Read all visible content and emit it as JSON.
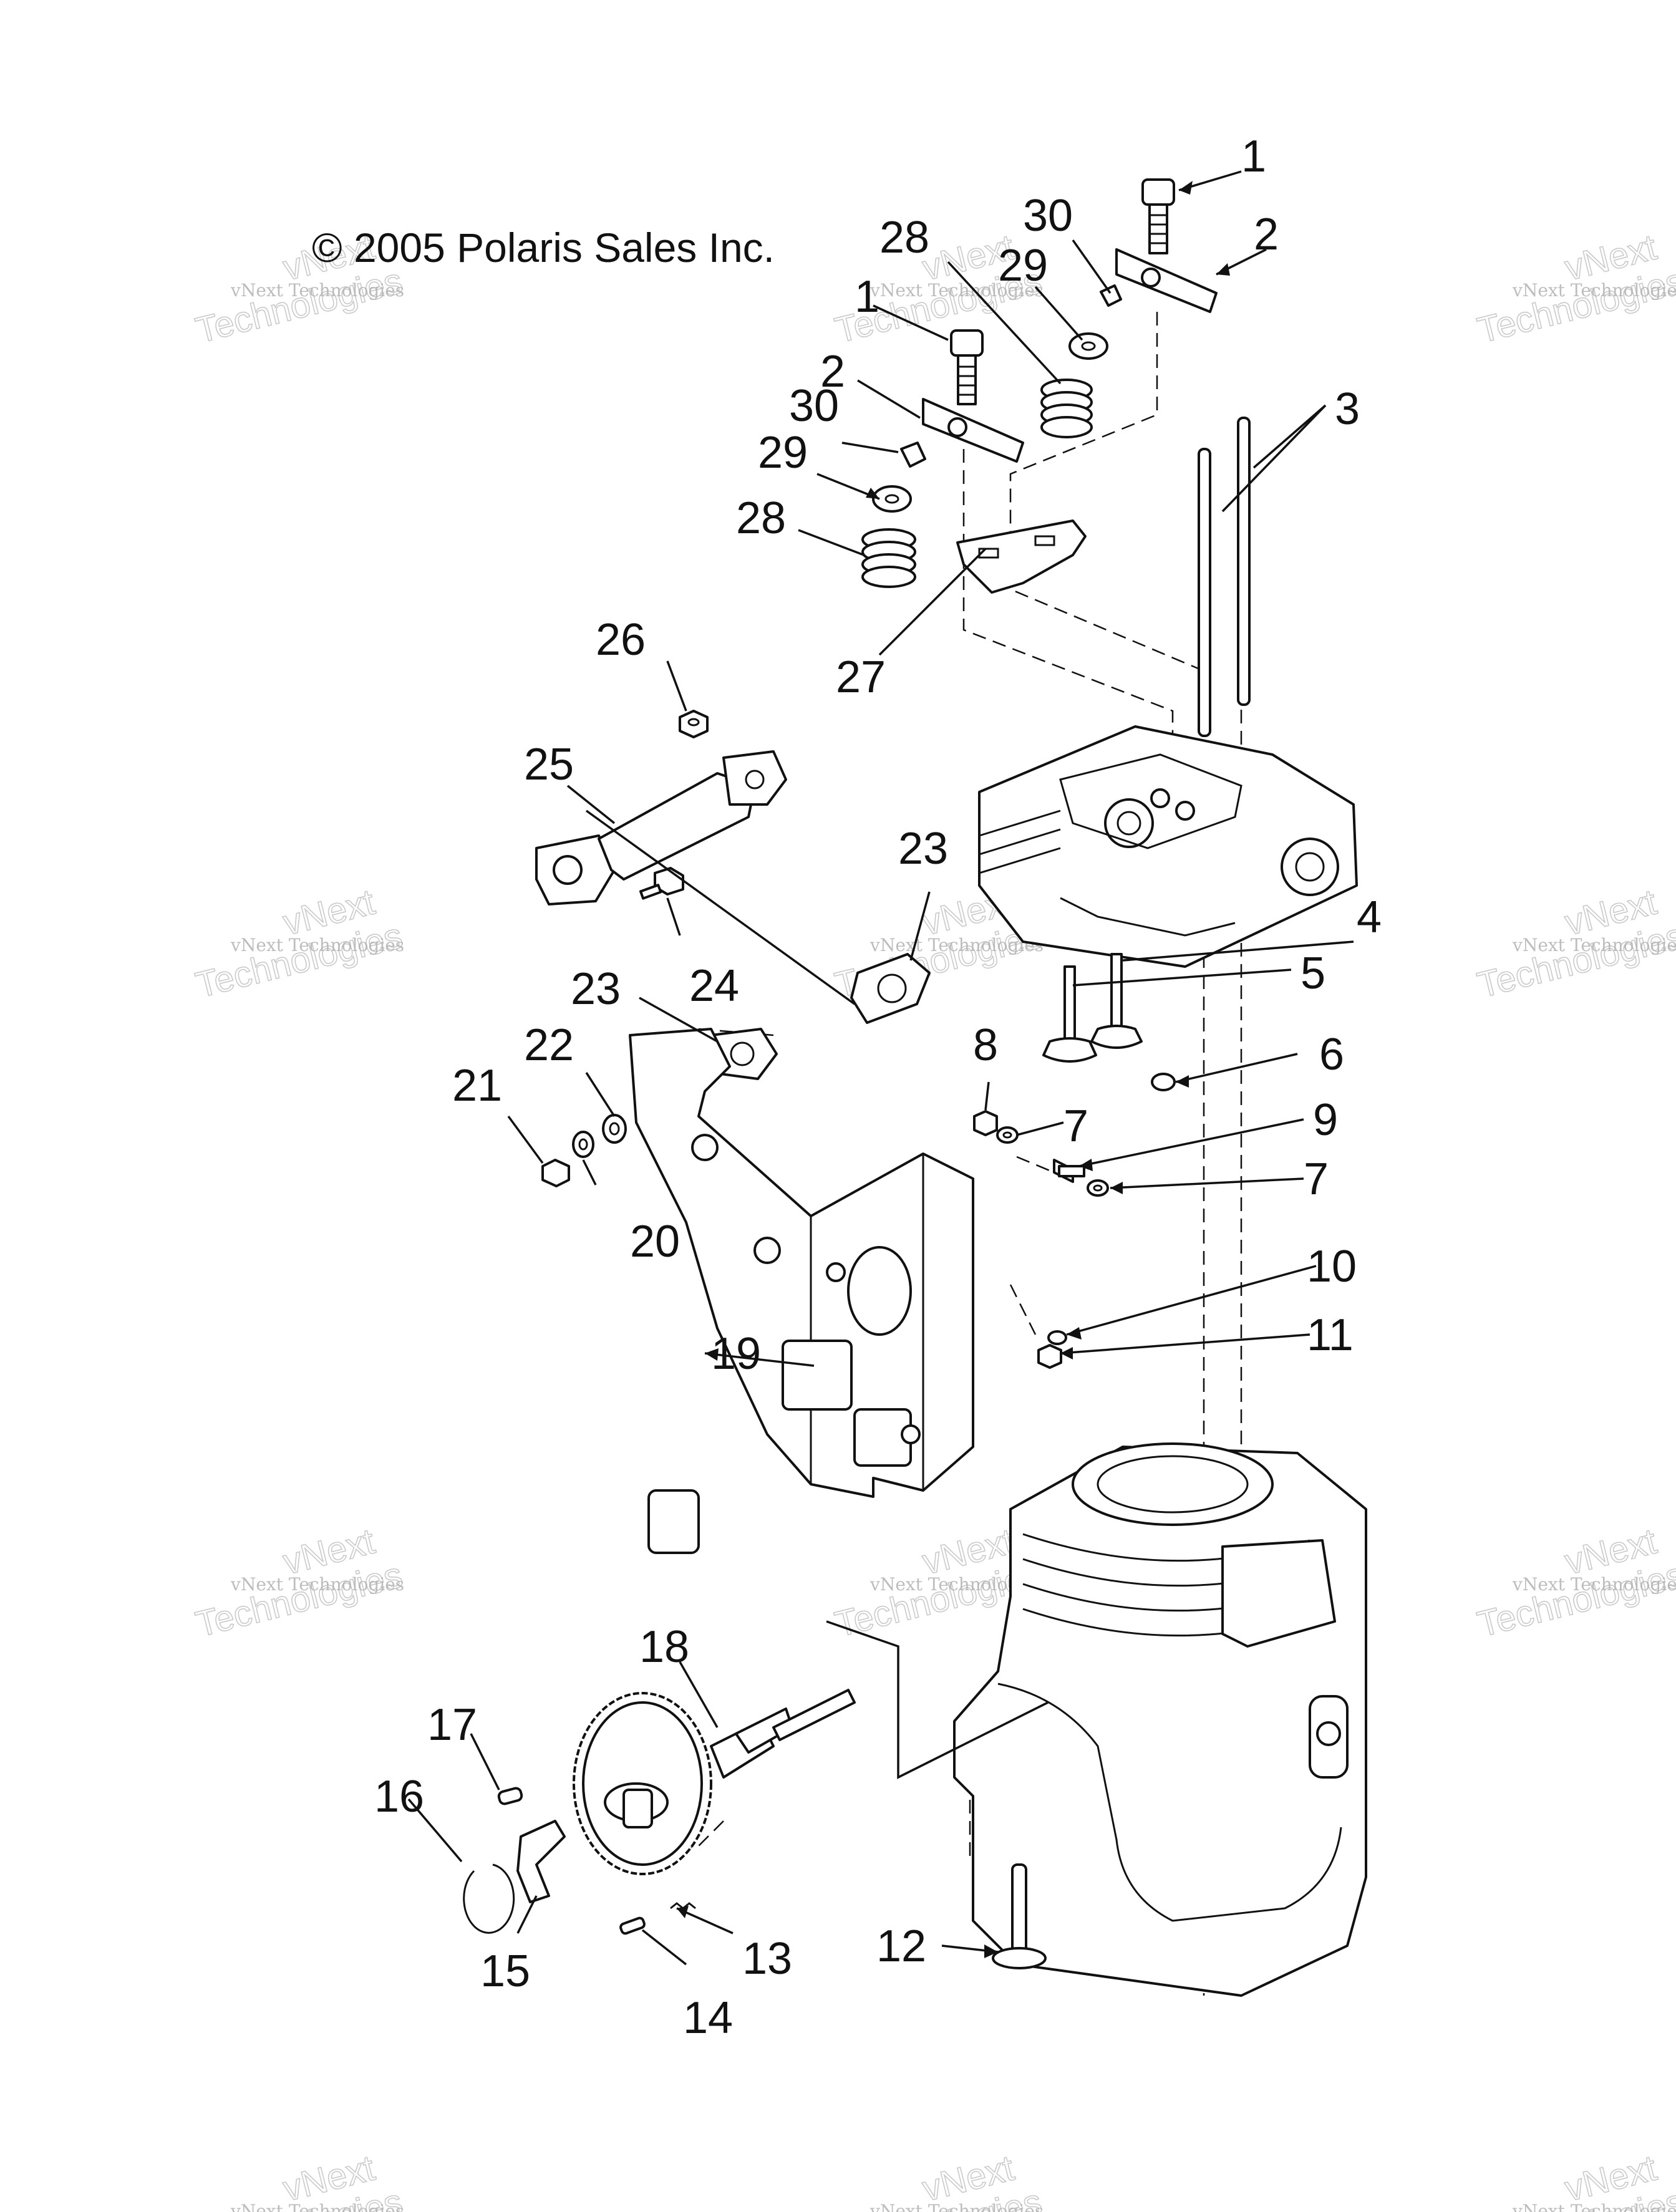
{
  "copyright": "© 2005 Polaris Sales Inc.",
  "watermark": {
    "brand": "vNext Technologies",
    "line_small": "vNext Technologies",
    "line_big": "Technologies"
  },
  "callouts": [
    {
      "id": "c1a",
      "label": "1"
    },
    {
      "id": "c1b",
      "label": "1"
    },
    {
      "id": "c2a",
      "label": "2"
    },
    {
      "id": "c2b",
      "label": "2"
    },
    {
      "id": "c3",
      "label": "3"
    },
    {
      "id": "c4",
      "label": "4"
    },
    {
      "id": "c5",
      "label": "5"
    },
    {
      "id": "c6",
      "label": "6"
    },
    {
      "id": "c7a",
      "label": "7"
    },
    {
      "id": "c7b",
      "label": "7"
    },
    {
      "id": "c8",
      "label": "8"
    },
    {
      "id": "c9",
      "label": "9"
    },
    {
      "id": "c10",
      "label": "10"
    },
    {
      "id": "c11",
      "label": "11"
    },
    {
      "id": "c12",
      "label": "12"
    },
    {
      "id": "c13",
      "label": "13"
    },
    {
      "id": "c14",
      "label": "14"
    },
    {
      "id": "c15",
      "label": "15"
    },
    {
      "id": "c16",
      "label": "16"
    },
    {
      "id": "c17",
      "label": "17"
    },
    {
      "id": "c18",
      "label": "18"
    },
    {
      "id": "c19",
      "label": "19"
    },
    {
      "id": "c20",
      "label": "20"
    },
    {
      "id": "c21",
      "label": "21"
    },
    {
      "id": "c22",
      "label": "22"
    },
    {
      "id": "c23a",
      "label": "23"
    },
    {
      "id": "c23b",
      "label": "23"
    },
    {
      "id": "c24",
      "label": "24"
    },
    {
      "id": "c25",
      "label": "25"
    },
    {
      "id": "c26",
      "label": "26"
    },
    {
      "id": "c27",
      "label": "27"
    },
    {
      "id": "c28a",
      "label": "28"
    },
    {
      "id": "c28b",
      "label": "28"
    },
    {
      "id": "c29a",
      "label": "29"
    },
    {
      "id": "c29b",
      "label": "29"
    },
    {
      "id": "c30a",
      "label": "30"
    },
    {
      "id": "c30b",
      "label": "30"
    }
  ]
}
